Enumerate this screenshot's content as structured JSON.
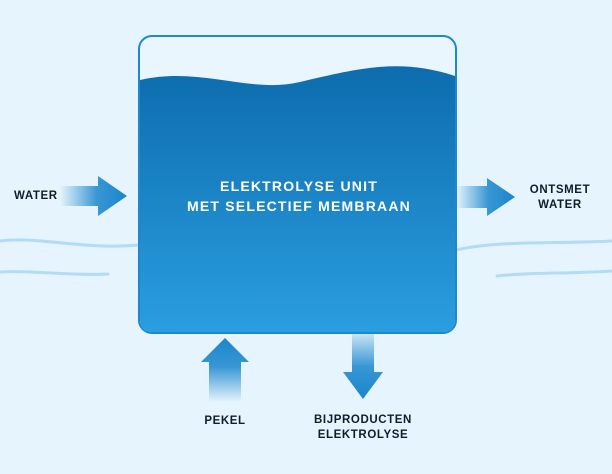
{
  "unit": {
    "title_line1": "ELEKTROLYSE UNIT",
    "title_line2": "MET SELECTIEF MEMBRAAN"
  },
  "inputs": {
    "water": "WATER",
    "pekel": "PEKEL"
  },
  "outputs": {
    "ontsmet_line1": "ONTSMET",
    "ontsmet_line2": "WATER",
    "bijproducten_line1": "BIJPRODUCTEN",
    "bijproducten_line2": "ELEKTROLYSE"
  },
  "colors": {
    "background": "#e6f4fd",
    "tank_top": "#0d6cad",
    "tank_bottom": "#2a9ee0",
    "arrow": "#1a86cc",
    "wave_line": "#b2dcf5",
    "label_text": "#0f1e2b"
  }
}
